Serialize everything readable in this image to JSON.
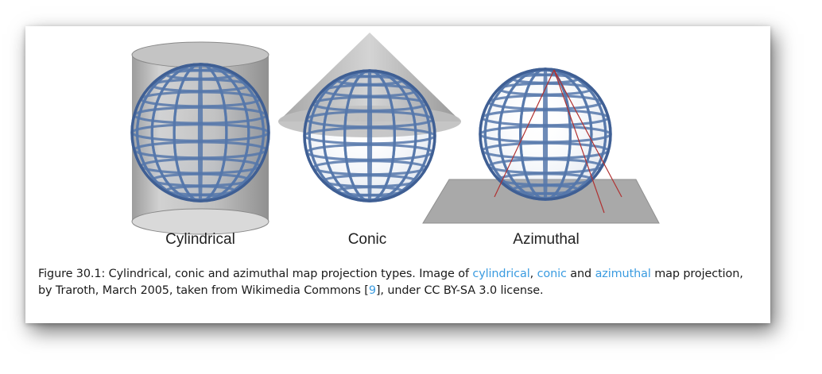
{
  "projections": [
    {
      "label": "Cylindrical"
    },
    {
      "label": "Conic"
    },
    {
      "label": "Azimuthal"
    }
  ],
  "caption": {
    "prefix": "Figure 30.1: Cylindrical, conic and azimuthal map projection types.  Image of ",
    "link_cylindrical": "cylindrical",
    "sep1": ", ",
    "link_conic": "conic",
    "sep2": " and ",
    "link_azimuthal": "azimuthal",
    "middle": " map projection, by Traroth, March 2005, taken from Wikimedia Commons [",
    "ref": "9",
    "suffix": "], under CC BY-SA 3.0 license."
  },
  "colors": {
    "link": "#3a9be0",
    "globe_wire": "#5577aa",
    "surface_gray": "#a9a9a9",
    "ray_red": "#b03030"
  }
}
